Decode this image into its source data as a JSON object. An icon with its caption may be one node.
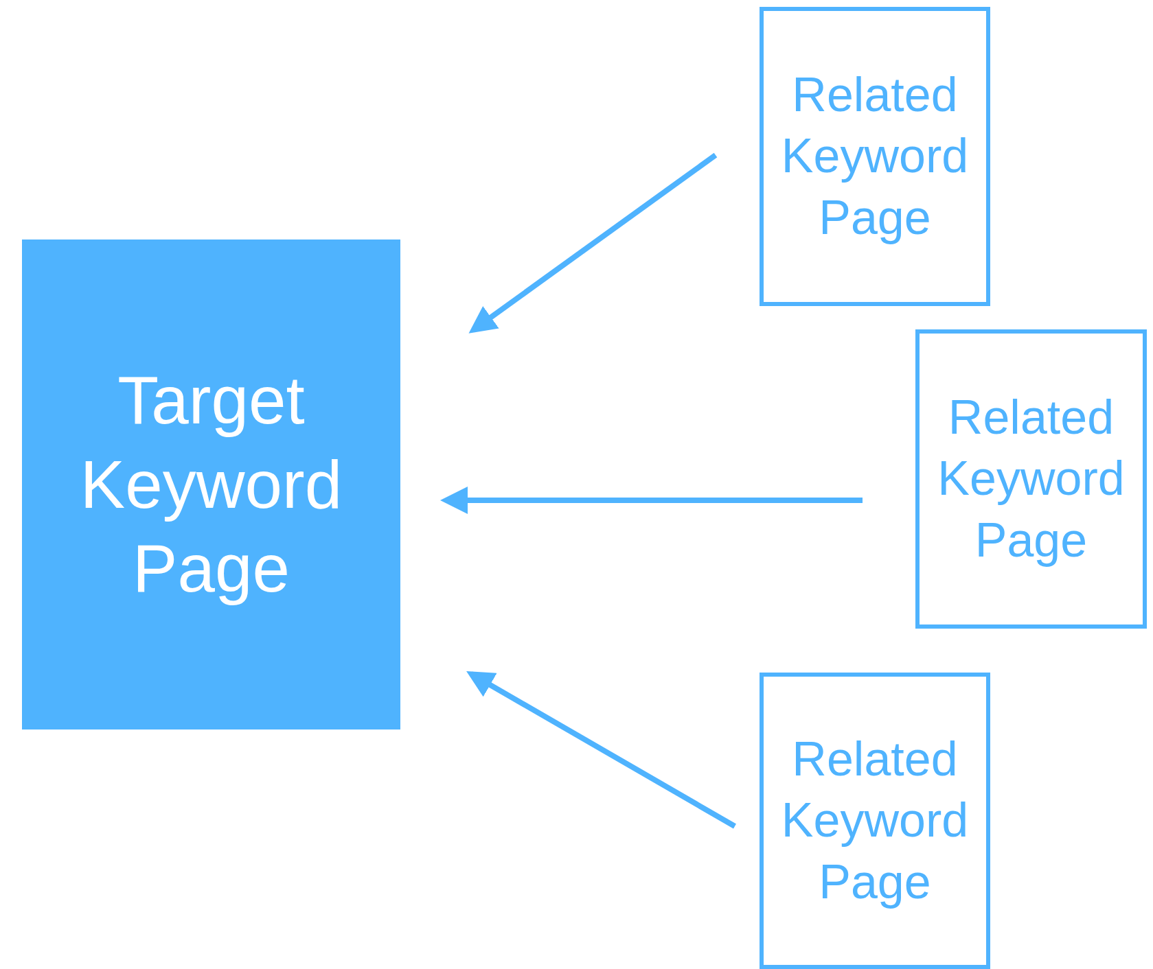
{
  "diagram": {
    "nodes": [
      {
        "text": [
          "Target Keyword Page"
        ]
      },
      {
        "text": [
          "Related Keyword Page"
        ]
      },
      {
        "text": [
          "Related Keyword Page"
        ]
      },
      {
        "text": [
          "Related Keyword Page"
        ]
      }
    ],
    "edges": [
      {
        "from": 1,
        "to": 0,
        "arrow": "to"
      },
      {
        "from": 2,
        "to": 0,
        "arrow": "to"
      },
      {
        "from": 3,
        "to": 0,
        "arrow": "to"
      }
    ]
  }
}
